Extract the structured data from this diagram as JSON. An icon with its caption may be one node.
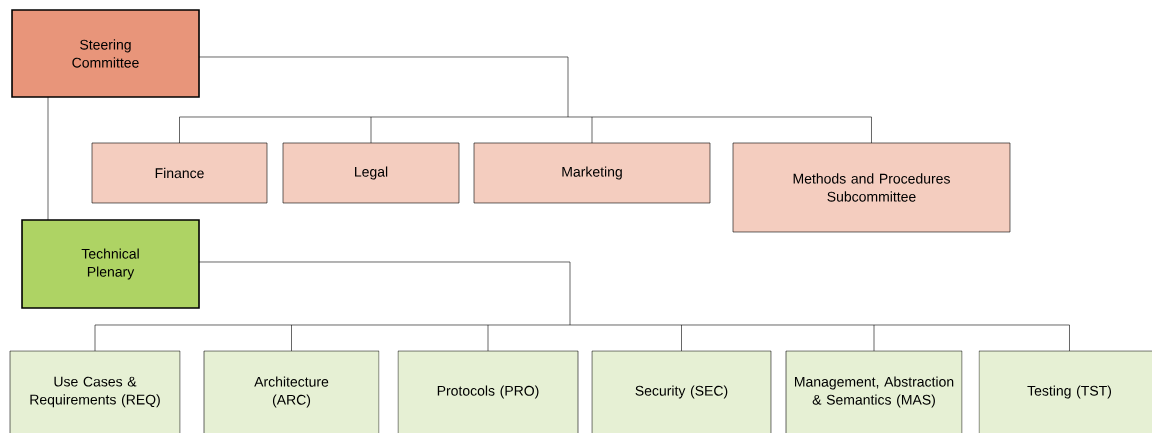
{
  "diagram": {
    "nodes": [
      {
        "text": [
          "Steering Committee"
        ]
      },
      {
        "text": [
          "Finance"
        ]
      },
      {
        "text": [
          "Legal"
        ]
      },
      {
        "text": [
          "Marketing"
        ]
      },
      {
        "text": [
          "Methods and Procedures Subcommittee"
        ]
      },
      {
        "text": [
          "Technical Plenary"
        ]
      },
      {
        "text": [
          "Use Cases & Requirements (REQ)"
        ]
      },
      {
        "text": [
          "Architecture (ARC)"
        ]
      },
      {
        "text": [
          "Protocols (PRO)"
        ]
      },
      {
        "text": [
          "Security (SEC)"
        ]
      },
      {
        "text": [
          "Management, Abstraction & Semantics (MAS)"
        ]
      },
      {
        "text": [
          "Testing (TST)"
        ]
      }
    ],
    "edges": [
      {
        "from": 0,
        "to": 1,
        "arrow": "none"
      },
      {
        "from": 0,
        "to": 2,
        "arrow": "none"
      },
      {
        "from": 0,
        "to": 3,
        "arrow": "none"
      },
      {
        "from": 0,
        "to": 4,
        "arrow": "none"
      },
      {
        "from": 0,
        "to": 5,
        "arrow": "none"
      },
      {
        "from": 5,
        "to": 6,
        "arrow": "none"
      },
      {
        "from": 5,
        "to": 7,
        "arrow": "none"
      },
      {
        "from": 5,
        "to": 8,
        "arrow": "none"
      },
      {
        "from": 5,
        "to": 9,
        "arrow": "none"
      },
      {
        "from": 5,
        "to": 10,
        "arrow": "none"
      },
      {
        "from": 5,
        "to": 11,
        "arrow": "none"
      }
    ]
  }
}
